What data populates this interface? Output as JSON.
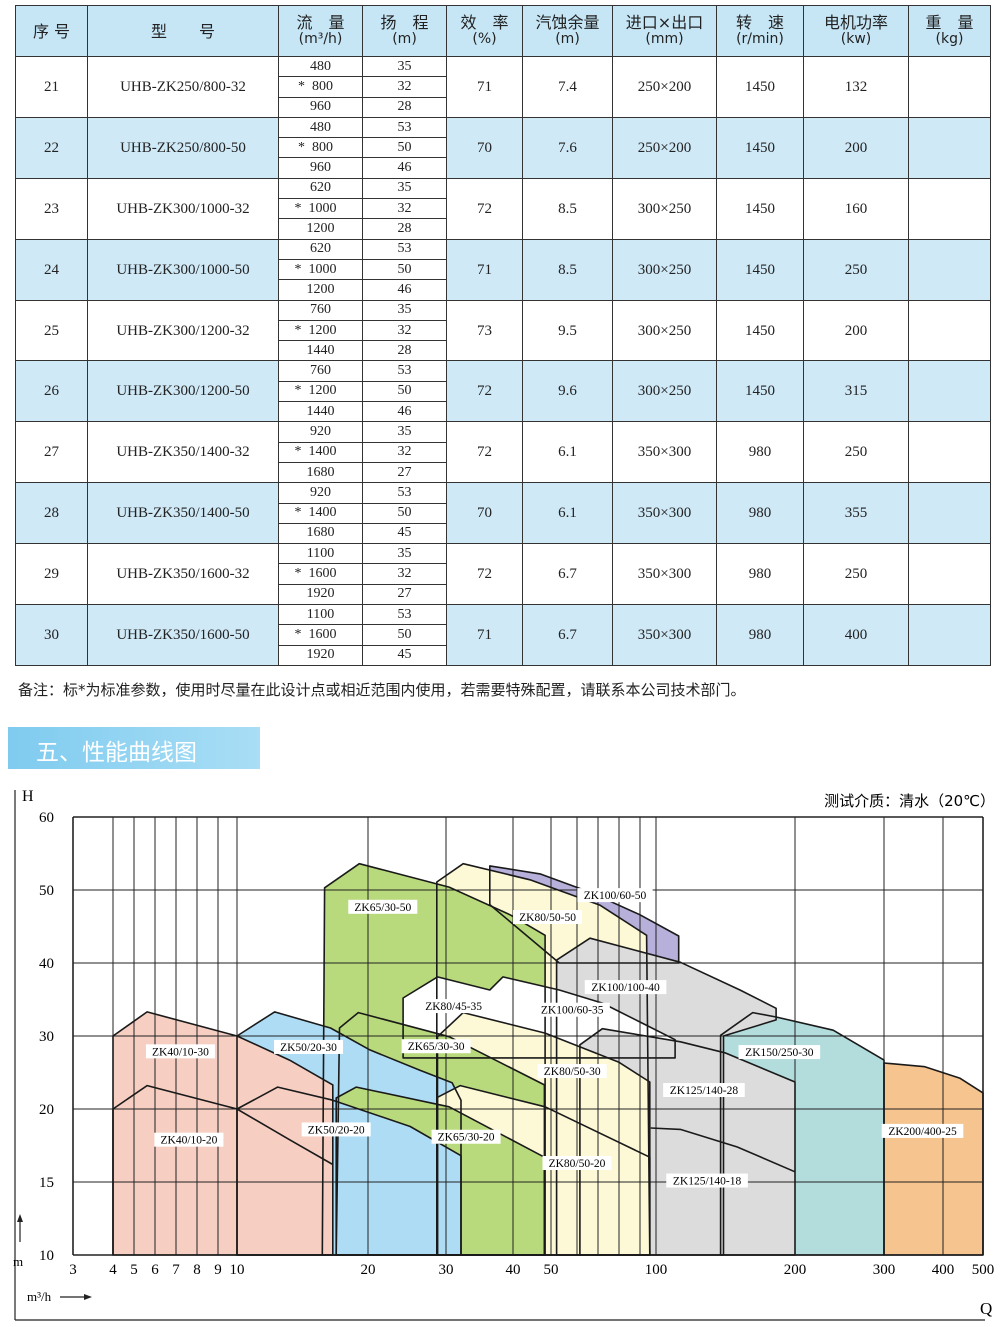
{
  "table": {
    "headers": [
      {
        "label": "序 号",
        "unit": ""
      },
      {
        "label": "型　　号",
        "unit": ""
      },
      {
        "label": "流　量",
        "unit": "(m³/h)"
      },
      {
        "label": "扬　程",
        "unit": "(m)"
      },
      {
        "label": "效　率",
        "unit": "(%)"
      },
      {
        "label": "汽蚀余量",
        "unit": "(m)"
      },
      {
        "label": "进口×出口",
        "unit": "(mm)"
      },
      {
        "label": "转　速",
        "unit": "(r/min)"
      },
      {
        "label": "电机功率",
        "unit": "(kw)"
      },
      {
        "label": "重　量",
        "unit": "(kg)"
      }
    ],
    "star_mark": "*",
    "rows": [
      {
        "no": "21",
        "model": "UHB-ZK250/800-32",
        "flow": [
          "480",
          "800",
          "960"
        ],
        "head": [
          "35",
          "32",
          "28"
        ],
        "eff": "71",
        "npsh": "7.4",
        "size": "250×200",
        "speed": "1450",
        "power": "132",
        "weight": ""
      },
      {
        "no": "22",
        "model": "UHB-ZK250/800-50",
        "flow": [
          "480",
          "800",
          "960"
        ],
        "head": [
          "53",
          "50",
          "46"
        ],
        "eff": "70",
        "npsh": "7.6",
        "size": "250×200",
        "speed": "1450",
        "power": "200",
        "weight": ""
      },
      {
        "no": "23",
        "model": "UHB-ZK300/1000-32",
        "flow": [
          "620",
          "1000",
          "1200"
        ],
        "head": [
          "35",
          "32",
          "28"
        ],
        "eff": "72",
        "npsh": "8.5",
        "size": "300×250",
        "speed": "1450",
        "power": "160",
        "weight": ""
      },
      {
        "no": "24",
        "model": "UHB-ZK300/1000-50",
        "flow": [
          "620",
          "1000",
          "1200"
        ],
        "head": [
          "53",
          "50",
          "46"
        ],
        "eff": "71",
        "npsh": "8.5",
        "size": "300×250",
        "speed": "1450",
        "power": "250",
        "weight": ""
      },
      {
        "no": "25",
        "model": "UHB-ZK300/1200-32",
        "flow": [
          "760",
          "1200",
          "1440"
        ],
        "head": [
          "35",
          "32",
          "28"
        ],
        "eff": "73",
        "npsh": "9.5",
        "size": "300×250",
        "speed": "1450",
        "power": "200",
        "weight": ""
      },
      {
        "no": "26",
        "model": "UHB-ZK300/1200-50",
        "flow": [
          "760",
          "1200",
          "1440"
        ],
        "head": [
          "53",
          "50",
          "46"
        ],
        "eff": "72",
        "npsh": "9.6",
        "size": "300×250",
        "speed": "1450",
        "power": "315",
        "weight": ""
      },
      {
        "no": "27",
        "model": "UHB-ZK350/1400-32",
        "flow": [
          "920",
          "1400",
          "1680"
        ],
        "head": [
          "35",
          "32",
          "27"
        ],
        "eff": "72",
        "npsh": "6.1",
        "size": "350×300",
        "speed": "980",
        "power": "250",
        "weight": ""
      },
      {
        "no": "28",
        "model": "UHB-ZK350/1400-50",
        "flow": [
          "920",
          "1400",
          "1680"
        ],
        "head": [
          "53",
          "50",
          "45"
        ],
        "eff": "70",
        "npsh": "6.1",
        "size": "350×300",
        "speed": "980",
        "power": "355",
        "weight": ""
      },
      {
        "no": "29",
        "model": "UHB-ZK350/1600-32",
        "flow": [
          "1100",
          "1600",
          "1920"
        ],
        "head": [
          "35",
          "32",
          "27"
        ],
        "eff": "72",
        "npsh": "6.7",
        "size": "350×300",
        "speed": "980",
        "power": "250",
        "weight": ""
      },
      {
        "no": "30",
        "model": "UHB-ZK350/1600-50",
        "flow": [
          "1100",
          "1600",
          "1920"
        ],
        "head": [
          "53",
          "50",
          "45"
        ],
        "eff": "71",
        "npsh": "6.7",
        "size": "350×300",
        "speed": "980",
        "power": "400",
        "weight": ""
      }
    ]
  },
  "note": "备注：标*为标准参数，使用时尽量在此设计点或相近范围内使用，若需要特殊配置，请联系本公司技术部门。",
  "section_title": "五、性能曲线图",
  "chart_data": {
    "type": "area",
    "title": "",
    "medium_note": "测试介质：清水（20℃）",
    "ylabel": "H",
    "yunit": "m",
    "xlabel": "Q",
    "xunit": "m³/h",
    "xscale": "log",
    "xlim": [
      3,
      500
    ],
    "ylim": [
      10,
      60
    ],
    "x_ticks": [
      3,
      4,
      5,
      6,
      7,
      8,
      9,
      10,
      20,
      30,
      40,
      50,
      100,
      200,
      300,
      400,
      500
    ],
    "x_minor_grid": [
      60,
      70,
      80,
      90
    ],
    "y_ticks": [
      60,
      50,
      40,
      30,
      20,
      15,
      10
    ],
    "grid": true,
    "colors": {
      "pink": "#f6cfc2",
      "blue": "#aedcf5",
      "green": "#b8da7c",
      "yellow": "#fdf9d6",
      "purple": "#b6b0da",
      "white": "#ffffff",
      "grey": "#dcdcdc",
      "teal": "#b3dcdc",
      "orange": "#f5c48f"
    },
    "regions": [
      {
        "name": "ZK150/250",
        "color": "teal",
        "points": [
          [
            138,
            10
          ],
          [
            138,
            30.1
          ],
          [
            162,
            33.2
          ],
          [
            182,
            32.6
          ],
          [
            238,
            30.8
          ],
          [
            300,
            26.7
          ],
          [
            300,
            10
          ]
        ]
      },
      {
        "name": "ZK100/60-50",
        "color": "purple",
        "points": [
          [
            36.2,
            53.3
          ],
          [
            46.9,
            52.2
          ],
          [
            66,
            49.7
          ],
          [
            90,
            46.6
          ],
          [
            112,
            43.7
          ],
          [
            112,
            40
          ],
          [
            53,
            40
          ],
          [
            36.2,
            48
          ]
        ]
      },
      {
        "name": "ZK80/50-50",
        "color": "yellow",
        "points": [
          [
            28.6,
            51.1
          ],
          [
            32.3,
            53.6
          ],
          [
            44.2,
            51.4
          ],
          [
            71,
            47.9
          ],
          [
            94,
            43.8
          ],
          [
            96,
            10
          ],
          [
            28.6,
            10
          ]
        ]
      },
      {
        "name": "ZK65/30-50",
        "color": "green",
        "points": [
          [
            15.9,
            50.3
          ],
          [
            19.1,
            53.6
          ],
          [
            30.4,
            50.4
          ],
          [
            39.5,
            46.6
          ],
          [
            48.3,
            43.8
          ],
          [
            48.3,
            10
          ],
          [
            15.7,
            10
          ]
        ]
      },
      {
        "name": "ZK100/100-40",
        "color": "grey",
        "points": [
          [
            52,
            40.4
          ],
          [
            66,
            43.4
          ],
          [
            113,
            40.1
          ],
          [
            152,
            36.3
          ],
          [
            182,
            33.8
          ],
          [
            182,
            32.2
          ],
          [
            140,
            30
          ],
          [
            140,
            10
          ],
          [
            52,
            10
          ]
        ]
      },
      {
        "name": "ZK80/45-35 ZK100/60-35",
        "color": "white",
        "points": [
          [
            24,
            27
          ],
          [
            24,
            35.2
          ],
          [
            28.7,
            38.1
          ],
          [
            36.2,
            36.3
          ],
          [
            38.3,
            38.1
          ],
          [
            53,
            36.3
          ],
          [
            72,
            34.5
          ],
          [
            91,
            31.8
          ],
          [
            110,
            29.5
          ],
          [
            110,
            27
          ]
        ]
      },
      {
        "name": "ZK125/140",
        "color": "grey",
        "points": [
          [
            61.3,
            28.8
          ],
          [
            72,
            31
          ],
          [
            113,
            29.2
          ],
          [
            141,
            27.7
          ],
          [
            200,
            23.7
          ],
          [
            200,
            10
          ],
          [
            61.3,
            10
          ]
        ]
      },
      {
        "name": "ZK80/50-30",
        "color": "yellow",
        "points": [
          [
            28.7,
            29.9
          ],
          [
            32.3,
            33.2
          ],
          [
            48.3,
            30.4
          ],
          [
            80,
            26.4
          ],
          [
            96,
            23.7
          ],
          [
            96,
            10
          ],
          [
            28.7,
            10
          ]
        ]
      },
      {
        "name": "ZK65/30-30",
        "color": "green",
        "points": [
          [
            17.2,
            31.1
          ],
          [
            19,
            33.2
          ],
          [
            30.4,
            29.9
          ],
          [
            37.8,
            26.4
          ],
          [
            48.1,
            23.3
          ],
          [
            48.1,
            10
          ],
          [
            16.9,
            10
          ]
        ]
      },
      {
        "name": "ZK50/20-30",
        "color": "blue",
        "points": [
          [
            10,
            30
          ],
          [
            12.2,
            33.3
          ],
          [
            16.4,
            31.1
          ],
          [
            20.2,
            28.1
          ],
          [
            26.2,
            25.3
          ],
          [
            30.8,
            23.6
          ],
          [
            32,
            21.2
          ],
          [
            32,
            10
          ],
          [
            10,
            10
          ]
        ]
      },
      {
        "name": "ZK80/50-20",
        "color": "yellow",
        "points": [
          [
            28.7,
            21.6
          ],
          [
            31.9,
            23.2
          ],
          [
            48.3,
            20.3
          ],
          [
            96,
            16.7
          ],
          [
            96,
            10
          ],
          [
            28.7,
            10
          ]
        ]
      },
      {
        "name": "ZK65/30-20",
        "color": "green",
        "points": [
          [
            16.9,
            21.5
          ],
          [
            18.8,
            23
          ],
          [
            30.4,
            20.3
          ],
          [
            48.1,
            16.7
          ],
          [
            48.1,
            10
          ],
          [
            16.9,
            10
          ]
        ]
      },
      {
        "name": "ZK50/20-20",
        "color": "blue",
        "points": [
          [
            10,
            20
          ],
          [
            12.4,
            23
          ],
          [
            16.6,
            21.2
          ],
          [
            24.9,
            18.8
          ],
          [
            32,
            16.8
          ],
          [
            32,
            10
          ],
          [
            10,
            10
          ]
        ]
      },
      {
        "name": "ZK40/10-30",
        "color": "pink",
        "points": [
          [
            4,
            30
          ],
          [
            5.6,
            33.3
          ],
          [
            10,
            30
          ],
          [
            13.2,
            26.7
          ],
          [
            16.6,
            23.3
          ],
          [
            16.6,
            10
          ],
          [
            4,
            10
          ]
        ]
      },
      {
        "name": "ZK200/400-25",
        "color": "orange",
        "points": [
          [
            300,
            26.3
          ],
          [
            366,
            25.8
          ],
          [
            440,
            24.2
          ],
          [
            500,
            22.2
          ],
          [
            500,
            10
          ],
          [
            300,
            10
          ]
        ]
      }
    ],
    "curves": [
      {
        "name": "ZK40/10-20",
        "points": [
          [
            4,
            10
          ],
          [
            4,
            20
          ],
          [
            5.6,
            23.2
          ],
          [
            10,
            20
          ],
          [
            13.2,
            17.9
          ],
          [
            16.6,
            16.2
          ]
        ]
      },
      {
        "name": "ZK125/140-18",
        "points": [
          [
            96.6,
            18.7
          ],
          [
            113,
            18.6
          ],
          [
            150,
            17.4
          ],
          [
            200,
            15.7
          ]
        ]
      }
    ],
    "labels": [
      {
        "text": "ZK65/30-50",
        "q": 21.6,
        "h": 47.7
      },
      {
        "text": "ZK100/60-50",
        "q": 78,
        "h": 49.3
      },
      {
        "text": "ZK80/50-50",
        "q": 49,
        "h": 46.3
      },
      {
        "text": "ZK100/100-40",
        "q": 83,
        "h": 36.7
      },
      {
        "text": "ZK80/45-35",
        "q": 31,
        "h": 34.1
      },
      {
        "text": "ZK100/60-35",
        "q": 58,
        "h": 33.6
      },
      {
        "text": "ZK40/10-30",
        "q": 7.2,
        "h": 27.9
      },
      {
        "text": "ZK50/20-30",
        "q": 14.6,
        "h": 28.5
      },
      {
        "text": "ZK65/30-30",
        "q": 28.5,
        "h": 28.6
      },
      {
        "text": "ZK80/50-30",
        "q": 58,
        "h": 25.2
      },
      {
        "text": "ZK150/250-30",
        "q": 185,
        "h": 27.8
      },
      {
        "text": "ZK125/140-28",
        "q": 127,
        "h": 22.6
      },
      {
        "text": "ZK40/10-20",
        "q": 7.6,
        "h": 17.9
      },
      {
        "text": "ZK50/20-20",
        "q": 16.9,
        "h": 18.6
      },
      {
        "text": "ZK65/30-20",
        "q": 32.7,
        "h": 18.1
      },
      {
        "text": "ZK80/50-20",
        "q": 60,
        "h": 16.3
      },
      {
        "text": "ZK125/140-18",
        "q": 129,
        "h": 15.1
      },
      {
        "text": "ZK200/400-25",
        "q": 362,
        "h": 18.5
      }
    ]
  }
}
